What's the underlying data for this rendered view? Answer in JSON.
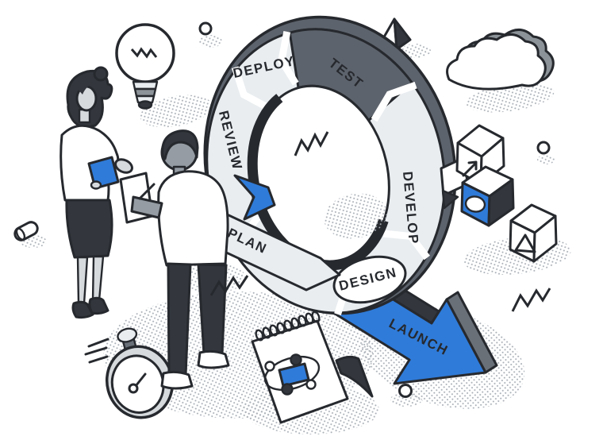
{
  "stages": {
    "plan": "PLAN",
    "design": "DESIGN",
    "develop": "DEVELOP",
    "test": "TEST",
    "deploy": "DEPLOY",
    "review": "REVIEW",
    "launch": "LAUNCH"
  },
  "palette": {
    "paper": "#ffffff",
    "ink": "#26292e",
    "ink2": "#33373d",
    "wall": "#5d636c",
    "gray": "#6a7078",
    "mid": "#8d9499",
    "light": "#e9edf0",
    "skinf": "#d6dadd",
    "skinm": "#959ca3",
    "blue": "#2f7bd9",
    "dot": "#a9afb6"
  },
  "icons": [
    "lightbulb-icon",
    "cloud-icon",
    "pyramid-icon",
    "stopwatch-icon",
    "calendar-icon",
    "cube-arrow-icon",
    "cube-hole-icon",
    "cube-triangle-icon",
    "pill-icon",
    "zigzag-decoration",
    "halftone-dots",
    "tablet-icon",
    "notepad-icon",
    "pen-icon"
  ]
}
